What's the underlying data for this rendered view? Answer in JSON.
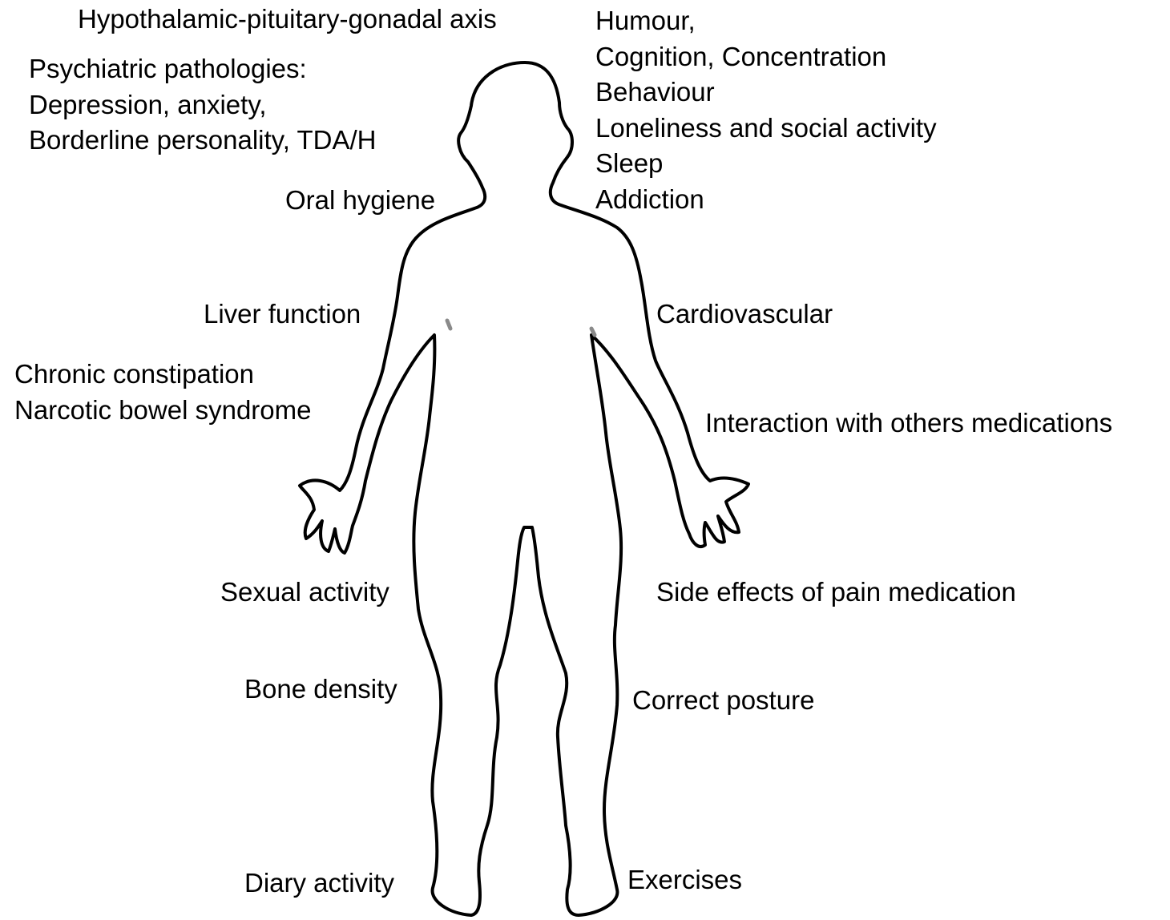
{
  "figure_icon": "human-body-outline",
  "colors": {
    "outline": "#000000",
    "fill": "#ffffff",
    "text": "#000000",
    "nipple": "#8a8a8a"
  },
  "labels": {
    "hpg_axis": "Hypothalamic-pituitary-gonadal axis",
    "psychiatric": [
      "Psychiatric pathologies:",
      "Depression, anxiety,",
      "Borderline personality, TDA/H"
    ],
    "oral_hygiene": "Oral hygiene",
    "liver_function": "Liver function",
    "bowel": [
      "Chronic constipation",
      "Narcotic bowel syndrome"
    ],
    "sexual_activity": "Sexual activity",
    "bone_density": "Bone density",
    "diary_activity": "Diary activity",
    "mental": [
      "Humour,",
      "Cognition, Concentration",
      "Behaviour",
      "Loneliness and social activity",
      "Sleep",
      "Addiction"
    ],
    "cardiovascular": "Cardiovascular",
    "interactions": "Interaction with others medications",
    "side_effects": "Side effects of pain medication",
    "correct_posture": "Correct posture",
    "exercises": "Exercises"
  }
}
